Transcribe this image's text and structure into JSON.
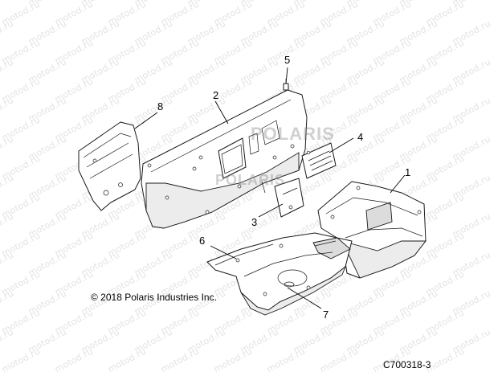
{
  "watermark_text": "motod.ru",
  "copyright": "© 2018 Polaris Industries Inc.",
  "figure_code": "C700318-3",
  "callouts": [
    "1",
    "2",
    "3",
    "4",
    "5",
    "6",
    "7",
    "8"
  ],
  "background_logo_text": "POLARIS"
}
